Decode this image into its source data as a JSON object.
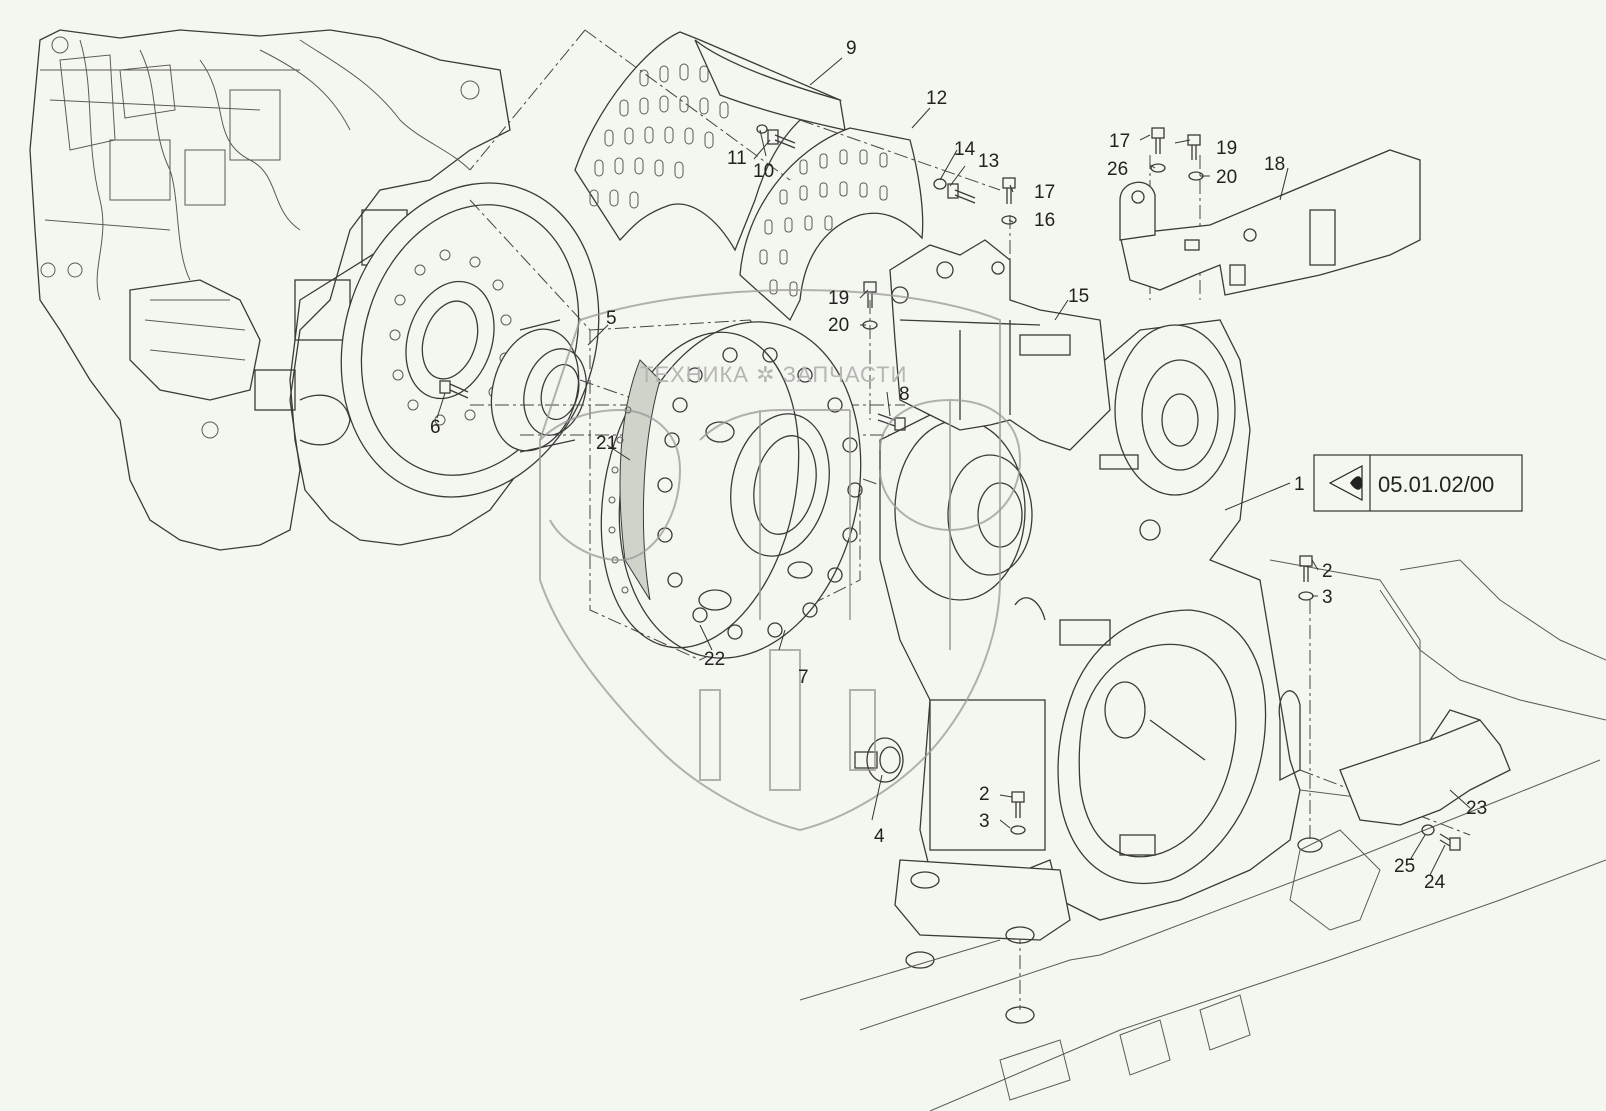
{
  "callouts": [
    {
      "id": "c1",
      "label": "1"
    },
    {
      "id": "c2a",
      "label": "2"
    },
    {
      "id": "c3a",
      "label": "3"
    },
    {
      "id": "c2b",
      "label": "2"
    },
    {
      "id": "c3b",
      "label": "3"
    },
    {
      "id": "c4",
      "label": "4"
    },
    {
      "id": "c5",
      "label": "5"
    },
    {
      "id": "c6",
      "label": "6"
    },
    {
      "id": "c7",
      "label": "7"
    },
    {
      "id": "c8",
      "label": "8"
    },
    {
      "id": "c9",
      "label": "9"
    },
    {
      "id": "c10",
      "label": "10"
    },
    {
      "id": "c11",
      "label": "11"
    },
    {
      "id": "c12",
      "label": "12"
    },
    {
      "id": "c13",
      "label": "13"
    },
    {
      "id": "c14",
      "label": "14"
    },
    {
      "id": "c15",
      "label": "15"
    },
    {
      "id": "c16",
      "label": "16"
    },
    {
      "id": "c17a",
      "label": "17"
    },
    {
      "id": "c17b",
      "label": "17"
    },
    {
      "id": "c18",
      "label": "18"
    },
    {
      "id": "c19a",
      "label": "19"
    },
    {
      "id": "c19b",
      "label": "19"
    },
    {
      "id": "c20a",
      "label": "20"
    },
    {
      "id": "c20b",
      "label": "20"
    },
    {
      "id": "c21",
      "label": "21"
    },
    {
      "id": "c22",
      "label": "22"
    },
    {
      "id": "c23",
      "label": "23"
    },
    {
      "id": "c24",
      "label": "24"
    },
    {
      "id": "c25",
      "label": "25"
    },
    {
      "id": "c26",
      "label": "26"
    }
  ],
  "reference_box": {
    "code": "05.01.02/00",
    "icon": "view-eye-icon"
  },
  "watermark": {
    "text": "ТЕХНИКА ✲ ЗАПЧАСТИ",
    "logo": "emblem-logo"
  },
  "colors": {
    "background": "#f4f7ef",
    "line": "#3a3a3a",
    "watermark": "#9a9a9a"
  }
}
